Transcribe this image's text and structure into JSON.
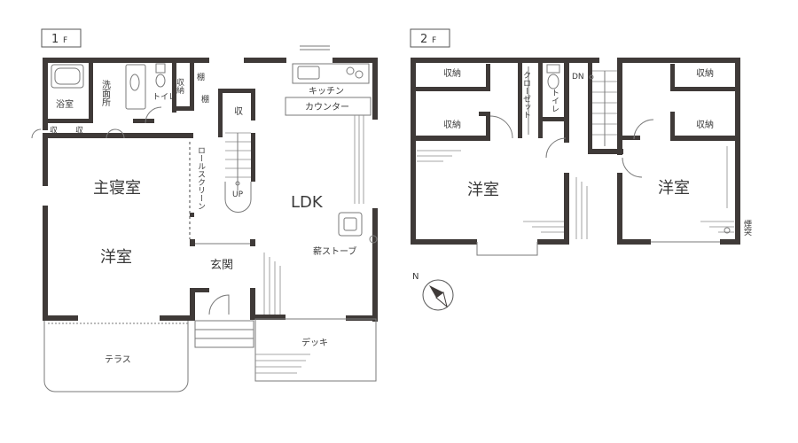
{
  "floors": {
    "first": {
      "tag": "1",
      "tag_suffix": "F",
      "rooms": {
        "bath": "浴室",
        "washroom": "洗面所",
        "toilet": "トイレ",
        "storage_a": "収納",
        "shelf_a": "棚",
        "shelf_b": "棚",
        "storage_b": "収",
        "storage_c": "収",
        "storage_d": "収",
        "master_bedroom": "主寝室",
        "western_room": "洋室",
        "roll_screen": "ロールスクリーン",
        "kitchen": "キッチン",
        "counter": "カウンター",
        "ldk": "LDK",
        "up": "UP",
        "entrance": "玄関",
        "wood_stove": "薪ストーブ",
        "terrace": "テラス",
        "deck": "デッキ"
      }
    },
    "second": {
      "tag": "2",
      "tag_suffix": "F",
      "rooms": {
        "storage_1": "収納",
        "storage_2": "収納",
        "storage_3": "収納",
        "storage_4": "収納",
        "closet": "クローゼット",
        "toilet": "トイレ",
        "down": "DN",
        "western_room_left": "洋室",
        "western_room_right": "洋室",
        "chimney": "煙突"
      }
    }
  },
  "compass": {
    "label": "N"
  }
}
